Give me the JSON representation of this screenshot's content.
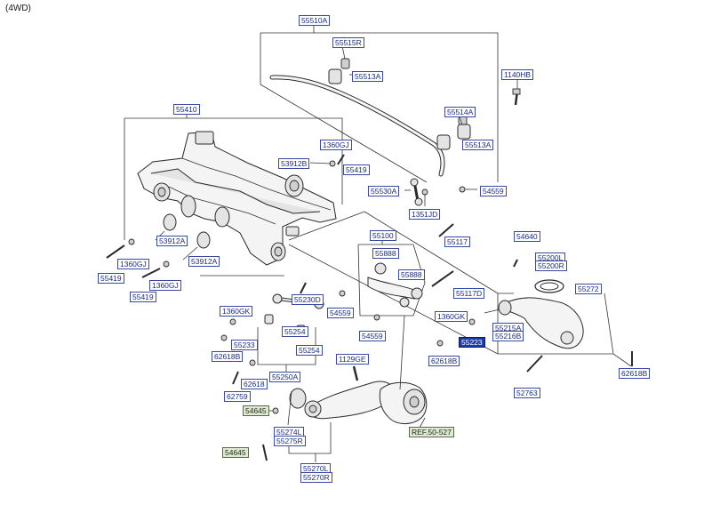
{
  "title": "(4WD)",
  "selected_part": "55223",
  "labels": [
    {
      "id": "55510A",
      "type": "part"
    },
    {
      "id": "55515R",
      "type": "part"
    },
    {
      "id": "55513A",
      "type": "part"
    },
    {
      "id": "1140HB",
      "type": "part"
    },
    {
      "id": "55514A",
      "type": "part"
    },
    {
      "id": "55513A",
      "type": "part"
    },
    {
      "id": "55410",
      "type": "part"
    },
    {
      "id": "1360GJ",
      "type": "part"
    },
    {
      "id": "53912B",
      "type": "part"
    },
    {
      "id": "55419",
      "type": "part"
    },
    {
      "id": "55530A",
      "type": "part"
    },
    {
      "id": "54559",
      "type": "part"
    },
    {
      "id": "1351JD",
      "type": "part"
    },
    {
      "id": "53912A",
      "type": "part"
    },
    {
      "id": "55100",
      "type": "part"
    },
    {
      "id": "55117",
      "type": "part"
    },
    {
      "id": "54640",
      "type": "part"
    },
    {
      "id": "55888",
      "type": "part"
    },
    {
      "id": "55200L",
      "type": "part"
    },
    {
      "id": "55200R",
      "type": "part"
    },
    {
      "id": "1360GJ",
      "type": "part"
    },
    {
      "id": "53912A",
      "type": "part"
    },
    {
      "id": "55419",
      "type": "part"
    },
    {
      "id": "55888",
      "type": "part"
    },
    {
      "id": "55272",
      "type": "part"
    },
    {
      "id": "1360GJ",
      "type": "part"
    },
    {
      "id": "55419",
      "type": "part"
    },
    {
      "id": "55230D",
      "type": "part"
    },
    {
      "id": "55117D",
      "type": "part"
    },
    {
      "id": "1360GK",
      "type": "part"
    },
    {
      "id": "54559",
      "type": "part"
    },
    {
      "id": "1360GK",
      "type": "part"
    },
    {
      "id": "55215A",
      "type": "part"
    },
    {
      "id": "55216B",
      "type": "part"
    },
    {
      "id": "55233",
      "type": "part"
    },
    {
      "id": "55254",
      "type": "part"
    },
    {
      "id": "54559",
      "type": "part"
    },
    {
      "id": "55223",
      "type": "part"
    },
    {
      "id": "62618B",
      "type": "part"
    },
    {
      "id": "55254",
      "type": "part"
    },
    {
      "id": "62618B",
      "type": "part"
    },
    {
      "id": "62618B",
      "type": "part"
    },
    {
      "id": "1129GE",
      "type": "part"
    },
    {
      "id": "62618",
      "type": "part"
    },
    {
      "id": "55250A",
      "type": "part"
    },
    {
      "id": "52763",
      "type": "part"
    },
    {
      "id": "62759",
      "type": "part"
    },
    {
      "id": "54645",
      "type": "ref"
    },
    {
      "id": "REF.50-527",
      "type": "ref"
    },
    {
      "id": "55274L",
      "type": "part"
    },
    {
      "id": "55275R",
      "type": "part"
    },
    {
      "id": "54645",
      "type": "ref"
    },
    {
      "id": "55270L",
      "type": "part"
    },
    {
      "id": "55270R",
      "type": "part"
    }
  ]
}
